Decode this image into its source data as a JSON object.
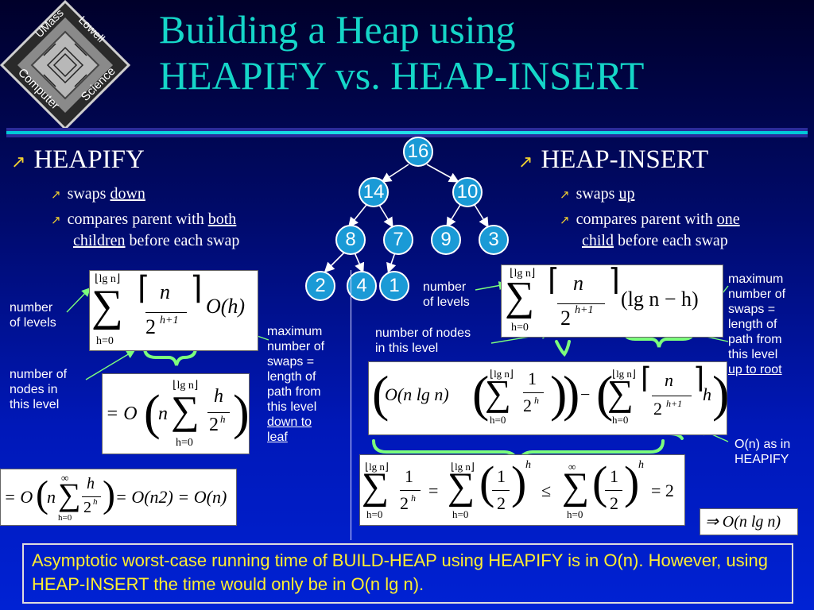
{
  "logo": {
    "text_top": "UMass",
    "text_right": "Lowell",
    "text_bottom_left": "Computer",
    "text_bottom_right": "Science"
  },
  "title": {
    "line1": "Building a Heap using",
    "line2": "HEAPIFY vs. HEAP-INSERT"
  },
  "left": {
    "heading": "HEAPIFY",
    "bullet1_prefix": "swaps ",
    "bullet1_emph": "down",
    "bullet2_prefix": "compares parent with ",
    "bullet2_emph1": "both",
    "bullet2_emph2": "children",
    "bullet2_suffix": " before each swap"
  },
  "right": {
    "heading": "HEAP-INSERT",
    "bullet1_prefix": "swaps ",
    "bullet1_emph": "up",
    "bullet2_prefix": "compares parent with ",
    "bullet2_emph1": "one",
    "bullet2_emph2": "child",
    "bullet2_suffix": " before each swap"
  },
  "tree": {
    "nodes": [
      "16",
      "14",
      "10",
      "8",
      "7",
      "9",
      "3",
      "2",
      "4",
      "1"
    ]
  },
  "labels": {
    "left_levels_1": "number",
    "left_levels_2": "of levels",
    "left_nodes_1": "number  of",
    "left_nodes_2": "nodes in",
    "left_nodes_3": "this level",
    "mid_max_1": "maximum",
    "mid_max_2": "number of",
    "mid_max_3": "swaps =",
    "mid_max_4": "length of",
    "mid_max_5": "path from",
    "mid_max_6": "this level",
    "mid_max_7": "down to",
    "mid_max_8": "leaf",
    "r_levels_1": "number",
    "r_levels_2": "of levels",
    "r_nodes_1": "number  of nodes",
    "r_nodes_2": "in this level",
    "r_max_1": "maximum",
    "r_max_2": "number of",
    "r_max_3": "swaps =",
    "r_max_4": "length of",
    "r_max_5": "path from",
    "r_max_6": "this level",
    "r_max_7": "up to root",
    "r_on_1": "O(n) as in",
    "r_on_2": "HEAPIFY"
  },
  "formulas": {
    "sum_hi": "⌊lg n⌋",
    "sum_lo": "h=0",
    "sigma": "∑",
    "inf": "∞",
    "n": "n",
    "denom": "2",
    "exp_h1": "h+1",
    "exp_h": "h",
    "oh": "O(h)",
    "eqO": "= O",
    "h": "h",
    "nsum_n": "n",
    "eq_line": "= O(n2) = O(n)",
    "one": "1",
    "r_paren": "(lg n − h)",
    "r2_left": "O(n lg n)",
    "minus": "−",
    "eq": "=",
    "leq": "≤",
    "eq2": "= 2",
    "half_n": "1",
    "half_d": "2",
    "result": "⇒ O(n lg n)"
  },
  "bottom_text": "Asymptotic worst-case running time of BUILD-HEAP using HEAPIFY is in O(n). However, using HEAP-INSERT the time would only be in  O(n lg n)."
}
